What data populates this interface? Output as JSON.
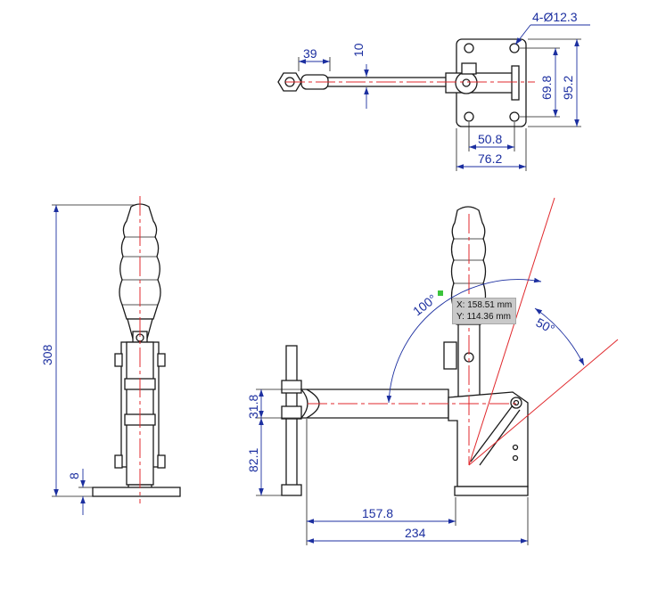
{
  "dimensions": {
    "hole_callout": "4-Ø12.3",
    "top_39": "39",
    "top_10": "10",
    "top_69_8": "69.8",
    "top_95_2": "95.2",
    "top_50_8": "50.8",
    "top_76_2": "76.2",
    "side_308": "308",
    "side_8": "8",
    "front_31_8": "31.8",
    "front_82_1": "82.1",
    "front_157_8": "157.8",
    "front_234": "234",
    "angle_100": "100°",
    "angle_50": "50°"
  },
  "readout": {
    "x": "X: 158.51 mm",
    "y": "Y: 114.36 mm"
  },
  "colors": {
    "dimension": "#1c2fa0",
    "centerline": "#e0282c",
    "outline": "#1a1a1a",
    "marker": "#3bc43b"
  }
}
